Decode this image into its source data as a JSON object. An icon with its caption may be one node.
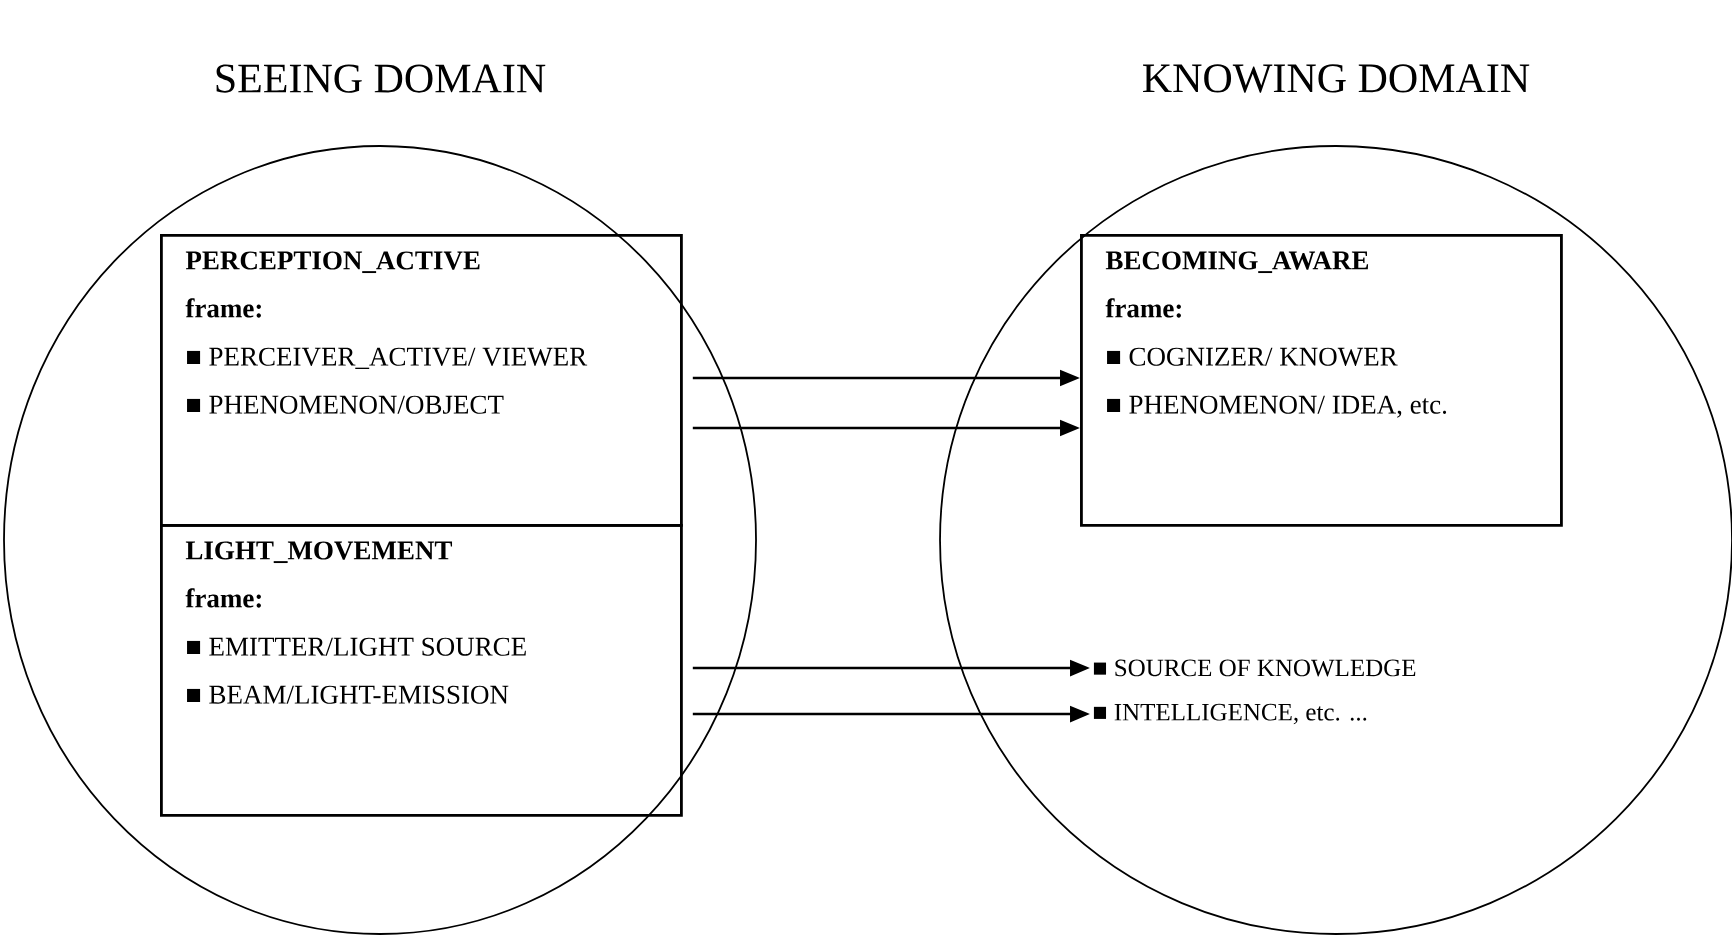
{
  "diagram": {
    "nodes": [
      {
        "text": [
          "SEEING DOMAIN"
        ]
      },
      {
        "text": [
          "PERCEPTION_ACTIVE frame:",
          "■ PERCEIVER_ACTIVE/ VIEWER",
          "■ PHENOMENON/OBJECT"
        ],
        "in": 0
      },
      {
        "text": [
          "LIGHT_MOVEMENT frame:",
          "■ EMITTER/LIGHT SOURCE",
          "■ BEAM/LIGHT-EMISSION"
        ],
        "in": 0
      },
      {
        "text": [
          "KNOWING DOMAIN"
        ]
      },
      {
        "text": [
          "BECOMING_AWARE frame:",
          "■ COGNIZER/ KNOWER",
          "■ PHENOMENON/ IDEA, etc."
        ],
        "in": 3
      },
      {
        "text": [
          "■ SOURCE OF  KNOWLEDGE"
        ],
        "in": 3
      },
      {
        "text": [
          "■ INTELLIGENCE, etc. ..."
        ],
        "in": 3
      }
    ],
    "edges": [
      {
        "from": 1,
        "to": 4,
        "arrow": "to"
      },
      {
        "from": 1,
        "to": 4,
        "arrow": "to"
      },
      {
        "from": 2,
        "to": 5,
        "arrow": "to"
      },
      {
        "from": 2,
        "to": 6,
        "arrow": "to"
      }
    ]
  }
}
